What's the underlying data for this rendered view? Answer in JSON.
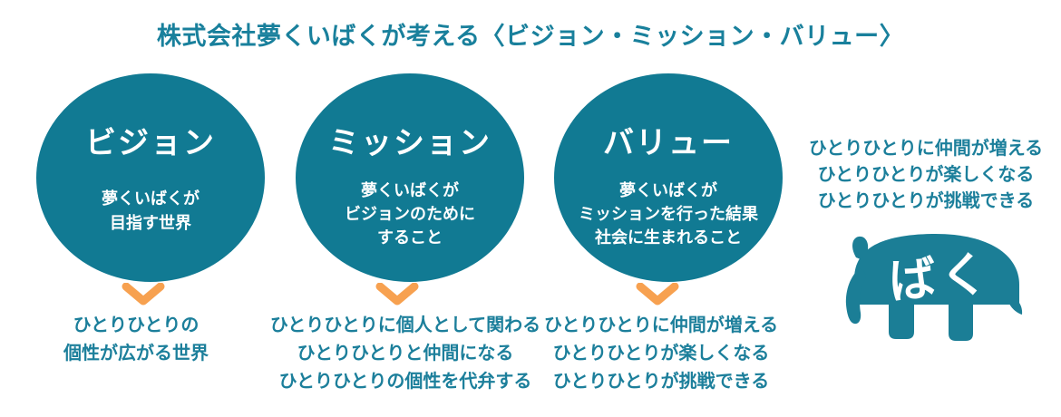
{
  "page": {
    "title": "株式会社夢くいばくが考える〈ビジョン・ミッション・バリュー〉"
  },
  "colors": {
    "circle_teal": "#117A93",
    "text_teal": "#1C7F9B",
    "title_teal": "#19809C",
    "arrow_orange": "#F7A150",
    "mascot_teal": "#1B7E96",
    "white": "#FFFFFF"
  },
  "columns": [
    {
      "id": "vision",
      "name": "ビジョン",
      "description_lines": [
        "夢くいばくが",
        "目指す世界"
      ],
      "result_lines": [
        "ひとりひとりの",
        "個性が広がる世界"
      ]
    },
    {
      "id": "mission",
      "name": "ミッション",
      "description_lines": [
        "夢くいばくが",
        "ビジョンのために",
        "すること"
      ],
      "result_lines": [
        "ひとりひとりに個人として関わる",
        "ひとりひとりと仲間になる",
        "ひとりひとりの個性を代弁する"
      ]
    },
    {
      "id": "value",
      "name": "バリュー",
      "description_lines": [
        "夢くいばくが",
        "ミッションを行った結果",
        "社会に生まれること"
      ],
      "result_lines": [
        "ひとりひとりに仲間が増える",
        "ひとりひとりが楽しくなる",
        "ひとりひとりが挑戦できる"
      ]
    }
  ],
  "side_note_lines": [
    "ひとりひとりに仲間が増える",
    "ひとりひとりが楽しくなる",
    "ひとりひとりが挑戦できる"
  ],
  "mascot": {
    "label": "ばく"
  }
}
